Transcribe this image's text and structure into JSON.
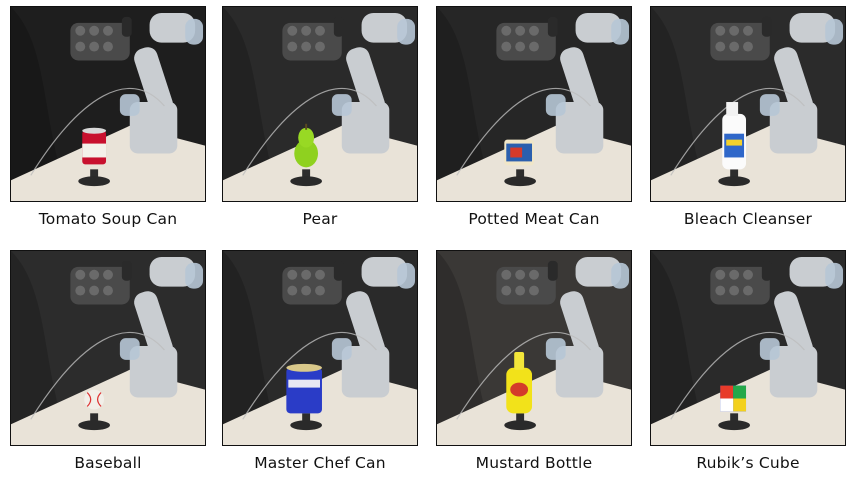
{
  "items": [
    {
      "label": "Tomato Soup Can",
      "object": "can-red",
      "bg": "#1e1e1e"
    },
    {
      "label": "Pear",
      "object": "pear",
      "bg": "#2a2a2a"
    },
    {
      "label": "Potted Meat Can",
      "object": "meat-can",
      "bg": "#262626"
    },
    {
      "label": "Bleach Cleanser",
      "object": "bleach",
      "bg": "#2b2b2b"
    },
    {
      "label": "Baseball",
      "object": "baseball",
      "bg": "#2c2c2c"
    },
    {
      "label": "Master Chef Can",
      "object": "coffee-can",
      "bg": "#2a2a2a"
    },
    {
      "label": "Mustard Bottle",
      "object": "mustard",
      "bg": "#3a3836"
    },
    {
      "label": "Rubik’s Cube",
      "object": "rubik",
      "bg": "#2a2a2a"
    }
  ],
  "colors": {
    "table": "#e9e3d8",
    "robot": "#c9cdd1",
    "tip": "#b7c7d6",
    "hand": "#4a4a4a"
  }
}
